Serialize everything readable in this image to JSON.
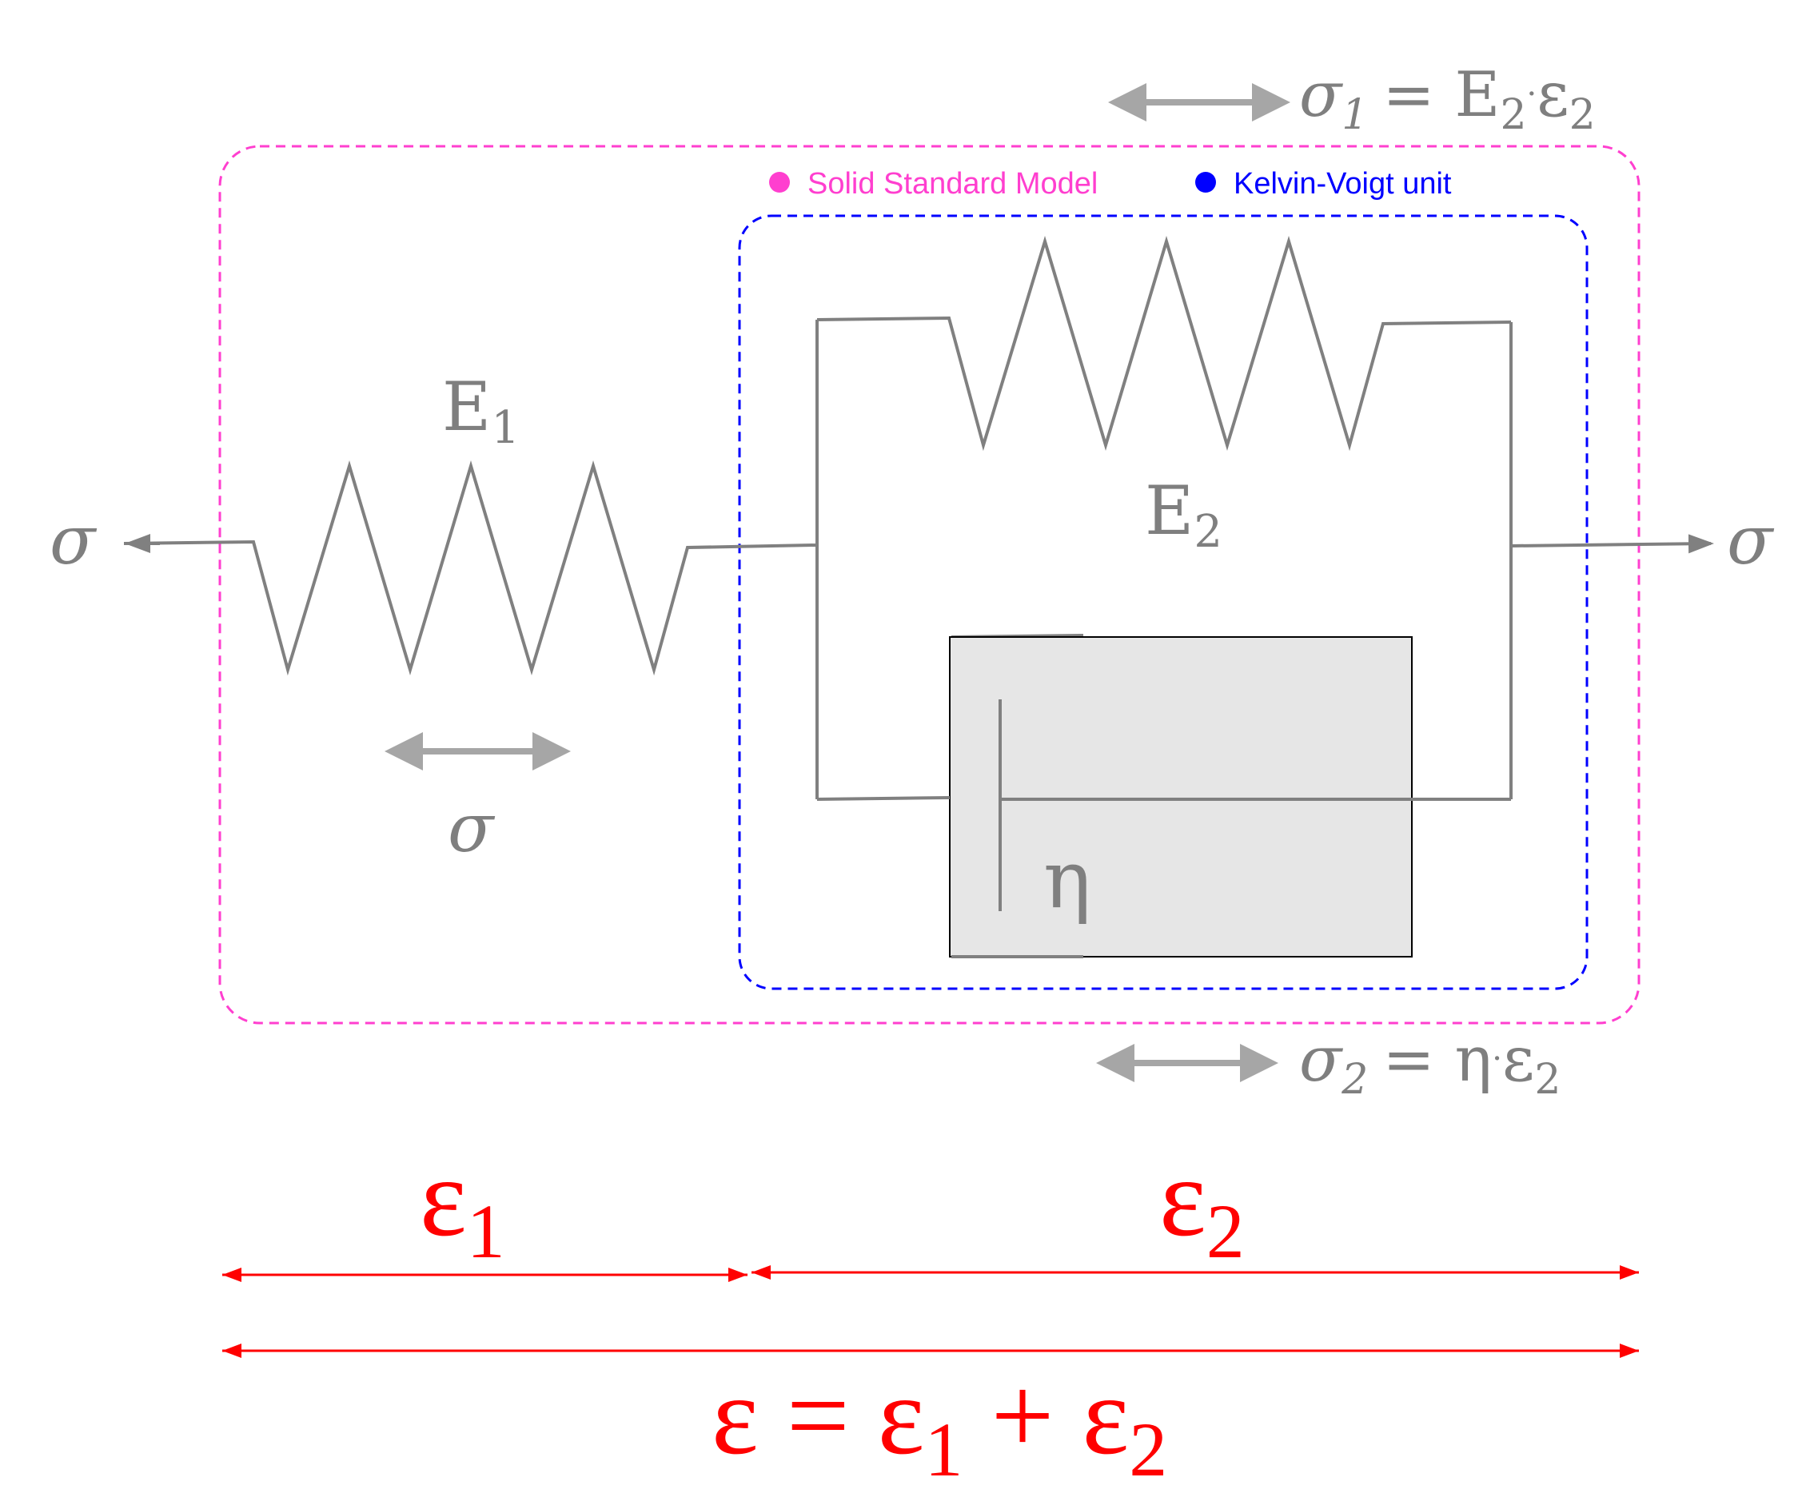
{
  "colors": {
    "element": "#808080",
    "arrow": "#a6a6a6",
    "ssm": "#ff3fcf",
    "kv": "#0000ff",
    "strain": "#ff0000",
    "dashpot_fill": "#e6e6e6"
  },
  "legend": {
    "ssm_label": "Solid Standard Model",
    "kv_label": "Kelvin-Voigt unit"
  },
  "labels": {
    "sigma_symbol": "σ",
    "E1": "E",
    "E1_sub": "1",
    "E2": "E",
    "E2_sub": "2",
    "eta": "η",
    "sigma1_lhs": "σ",
    "sigma1_lhs_sub": "1",
    "sigma1_rhs": "= E",
    "sigma1_rhs_sub": "2",
    "sigma1_dot": "·",
    "sigma1_eps": "ε",
    "sigma1_eps_sub": "2",
    "sigma2_lhs": "σ",
    "sigma2_lhs_sub": "2",
    "sigma2_rhs": "= η",
    "sigma2_dot": "·",
    "sigma2_eps": "ε",
    "sigma2_eps_sub": "2"
  },
  "strain": {
    "eps1": "ε",
    "eps1_sub": "1",
    "eps2": "ε",
    "eps2_sub": "2",
    "total_lhs": "ε = ε",
    "total_sub1": "1",
    "total_mid": " + ε",
    "total_sub2": "2"
  }
}
